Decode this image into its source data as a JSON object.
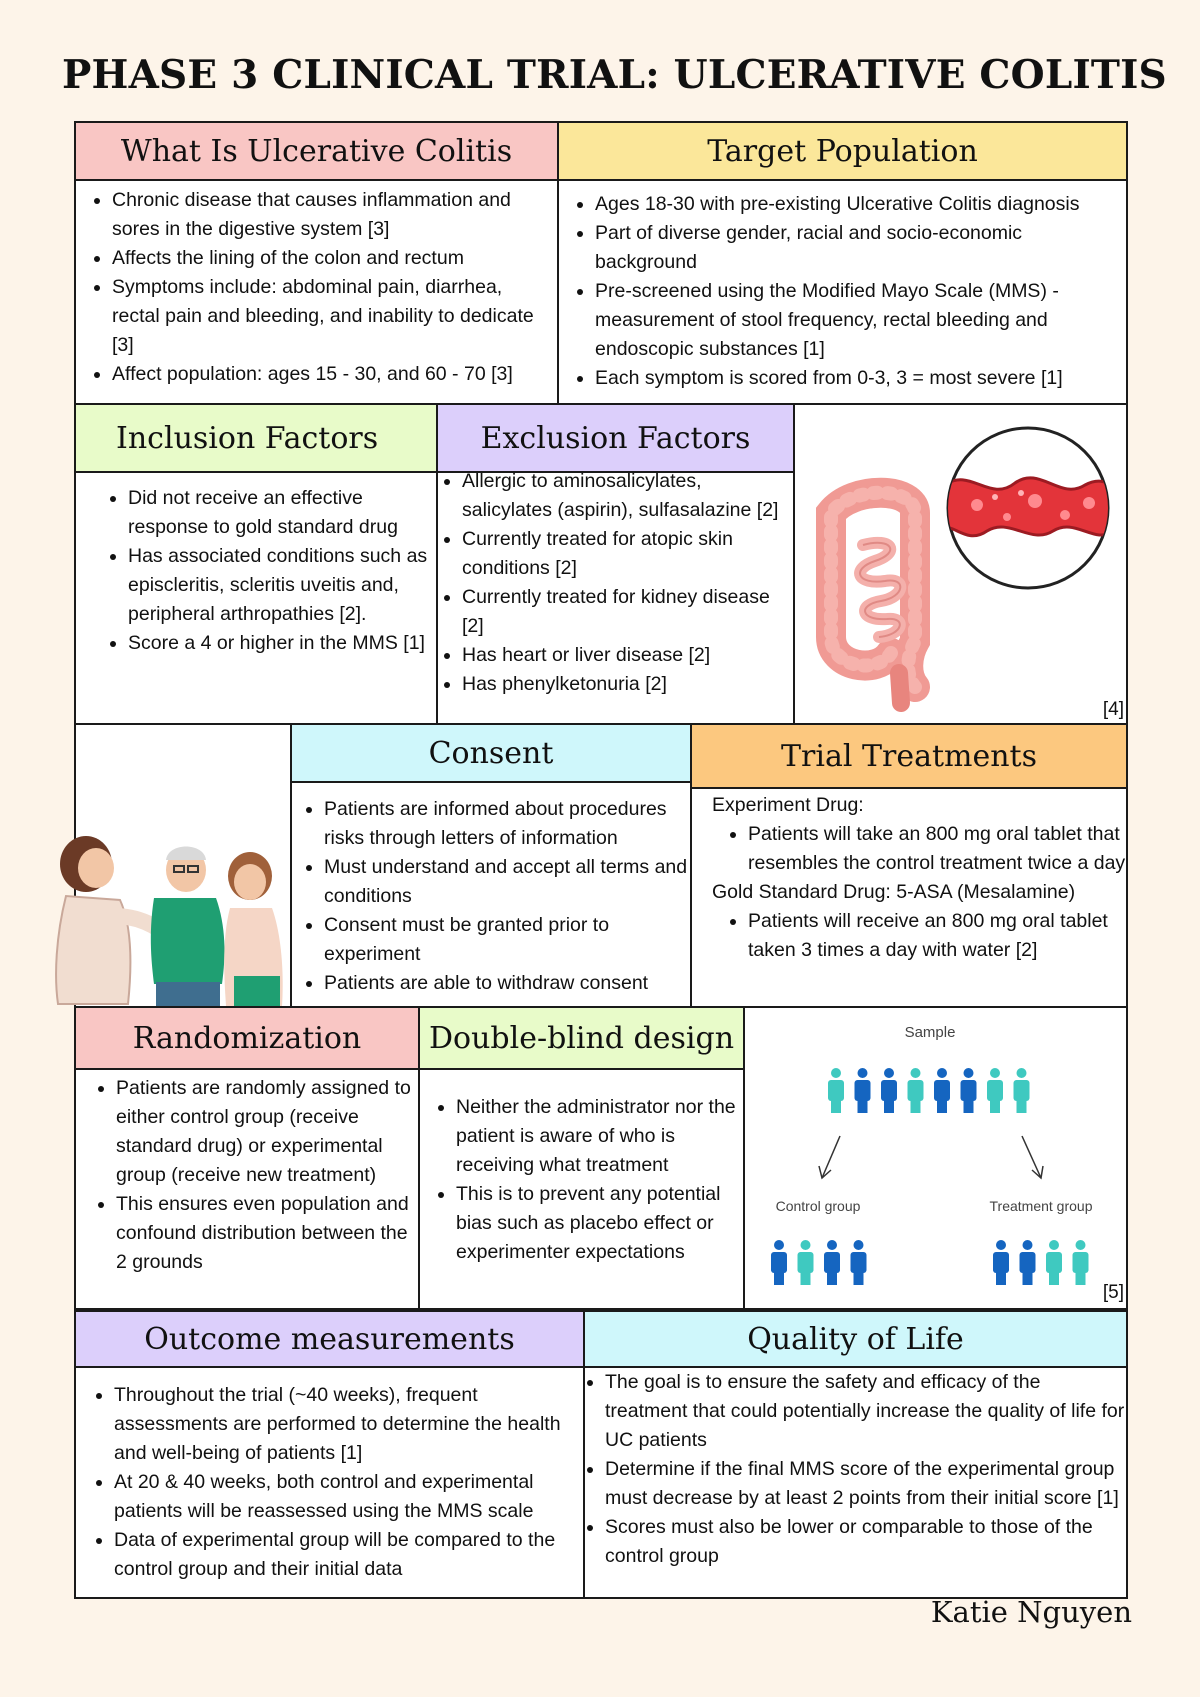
{
  "title": "PHASE 3 CLINICAL TRIAL: ULCERATIVE COLITIS",
  "colors": {
    "pink": "#f9c6c4",
    "yellow": "#fbe79a",
    "green": "#e8fbc9",
    "lavender": "#dccffb",
    "cyan": "#cff7fb",
    "orange": "#fcc87f"
  },
  "what": {
    "heading": "What Is Ulcerative Colitis",
    "items": [
      "Chronic disease that causes inflammation and sores in the digestive system [3]",
      "Affects the lining of the colon and rectum",
      "Symptoms include: abdominal pain, diarrhea, rectal pain and bleeding, and inability to dedicate [3]",
      "Affect population: ages 15 - 30, and 60 - 70 [3]"
    ]
  },
  "target": {
    "heading": "Target Population",
    "items": [
      "Ages 18-30 with pre-existing Ulcerative Colitis diagnosis",
      "Part of diverse gender, racial and socio-economic background",
      "Pre-screened using the Modified Mayo Scale (MMS) - measurement of stool frequency, rectal bleeding and endoscopic substances [1]",
      "Each symptom is scored from 0-3, 3 = most severe [1]"
    ]
  },
  "inclusion": {
    "heading": "Inclusion Factors",
    "items": [
      "Did not receive an effective response to gold standard drug",
      "Has associated conditions such as episcleritis, scleritis uveitis and, peripheral arthropathies [2].",
      "Score a 4 or higher in the MMS [1]"
    ]
  },
  "exclusion": {
    "heading": "Exclusion Factors",
    "items": [
      "Allergic to aminosalicylates, salicylates (aspirin), sulfasalazine [2]",
      "Currently treated for atopic skin conditions [2]",
      "Currently treated for kidney disease [2]",
      "Has heart or liver disease [2]",
      "Has phenylketonuria [2]"
    ]
  },
  "colon_citation": "[4]",
  "consent": {
    "heading": "Consent",
    "items": [
      "Patients are informed about procedures risks through letters of information",
      "Must understand and accept all terms and conditions",
      "Consent must be granted prior to experiment",
      "Patients are able to withdraw consent"
    ]
  },
  "treatments": {
    "heading": "Trial Treatments",
    "experiment_label": "Experiment Drug:",
    "experiment_item": "Patients will take an 800 mg oral tablet that resembles the control treatment twice a day",
    "gold_label": "Gold Standard Drug: 5-ASA (Mesalamine)",
    "gold_item": "Patients will receive an 800 mg oral tablet taken 3 times a day with water [2]"
  },
  "randomization": {
    "heading": "Randomization",
    "items": [
      "Patients are randomly assigned to either control group (receive standard drug) or experimental group (receive new treatment)",
      "This ensures even population and confound distribution between the 2 grounds"
    ]
  },
  "double_blind": {
    "heading": "Double-blind design",
    "items": [
      "Neither the administrator nor the patient is aware of who is receiving what treatment",
      "This is to prevent any potential bias such as placebo effect or experimenter expectations"
    ]
  },
  "diagram": {
    "sample_label": "Sample",
    "control_label": "Control group",
    "treatment_label": "Treatment group",
    "citation": "[5]",
    "dark_color": "#1565c0",
    "light_color": "#3fc9c0"
  },
  "outcome": {
    "heading": "Outcome measurements",
    "items": [
      "Throughout the trial (~40 weeks), frequent assessments are performed to determine the health and well-being of patients [1]",
      "At 20 & 40 weeks, both control and experimental patients will be reassessed using the MMS scale",
      "Data of experimental group will be compared to the control group and their initial data"
    ]
  },
  "quality": {
    "heading": "Quality of Life",
    "items": [
      "The goal is to ensure the safety and efficacy of the treatment that could potentially increase the quality of life for UC patients",
      "Determine if the final MMS score of the experimental group must decrease by at least 2 points from their initial score [1]",
      "Scores must also be lower or comparable to those of the control group"
    ]
  },
  "author": "Katie Nguyen"
}
